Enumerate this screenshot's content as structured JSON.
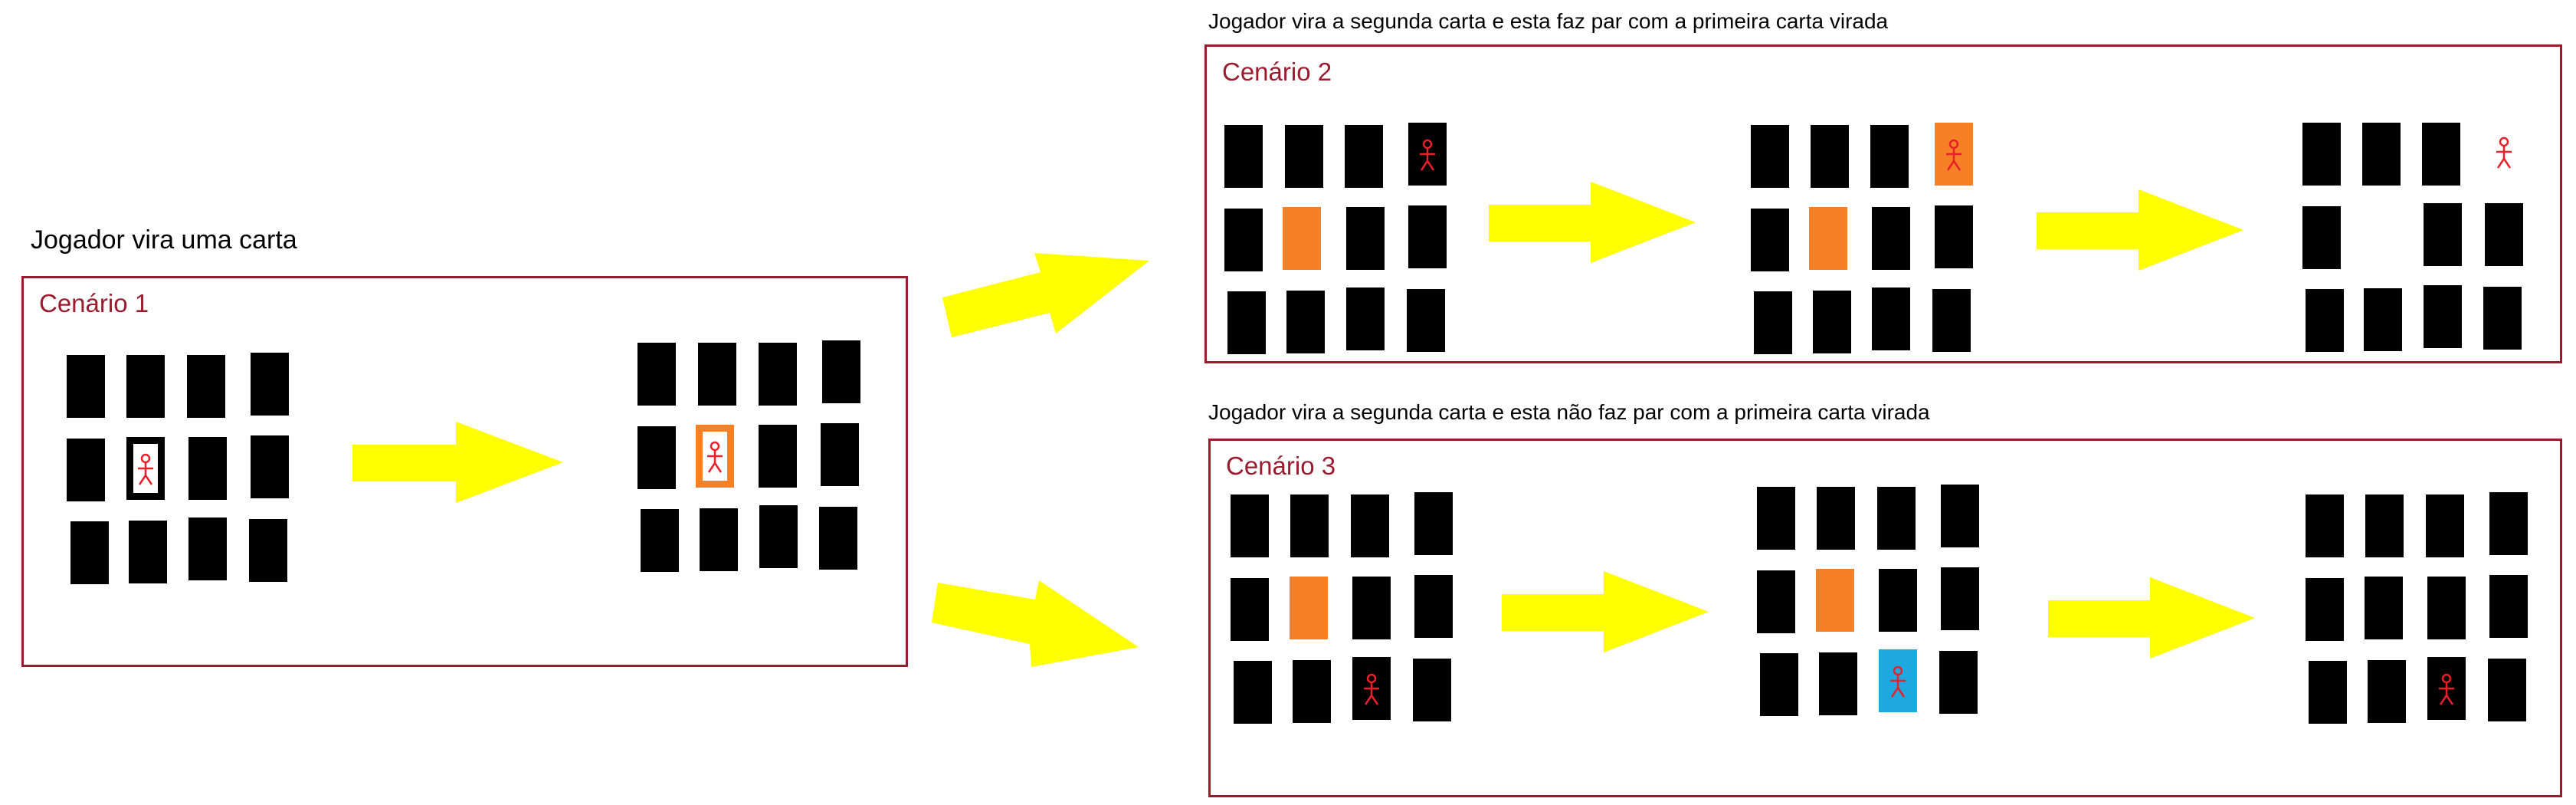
{
  "captions": {
    "scenario1_caption": "Jogador vira uma carta",
    "scenario2_caption": "Jogador vira a segunda carta e esta faz par com a primeira carta virada",
    "scenario3_caption": "Jogador vira a segunda carta e esta não faz par com a primeira carta virada"
  },
  "panels": {
    "scenario1_title": "Cenário 1",
    "scenario2_title": "Cenário 2",
    "scenario3_title": "Cenário 3"
  },
  "icons": {
    "card_figure": "stick-figure-icon",
    "transition": "yellow-arrow-icon"
  },
  "colors": {
    "panel_border": "#9b1b2e",
    "card_back": "#000000",
    "card_selected": "#f68025",
    "card_highlight": "#1ea8e0",
    "figure": "#e8202a",
    "arrow": "#ffff00"
  }
}
